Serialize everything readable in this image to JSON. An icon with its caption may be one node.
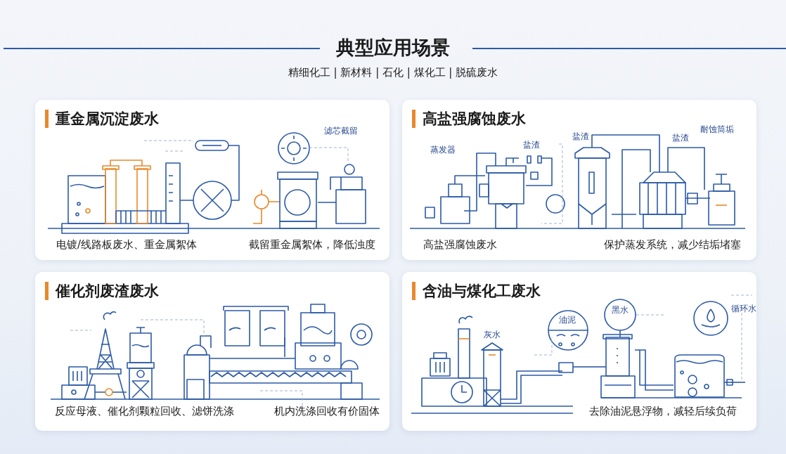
{
  "diagram": {
    "title": "典型应用场景",
    "nodes": [
      {
        "text": [
          "重金属沉淀废水",
          "电镀/线路板废水、重金属絮体",
          "截留重金属絮体，降低浊度"
        ]
      },
      {
        "text": [
          "高盐强腐蚀废水",
          "高盐强腐蚀废水",
          "保护蒸发系统，减少结垢堵塞"
        ]
      },
      {
        "text": [
          "催化剂废渣废水",
          "反应母液、催化剂颗粒回收、滤饼洗涤",
          "机内洗涤回收有价固体"
        ]
      },
      {
        "text": [
          "含油与煤化工废水",
          "去除油泥悬浮物，减轻后续负荷"
        ]
      }
    ],
    "labels": [
      "精细化工 | 新材料 | 石化 | 煤化工 | 脱硫废水",
      "滤芯截留",
      "蒸发器",
      "盐渣",
      "盐渣",
      "盐渣",
      "耐蚀筒垢",
      "灰水",
      "油泥",
      "黑水",
      "循环水"
    ]
  }
}
